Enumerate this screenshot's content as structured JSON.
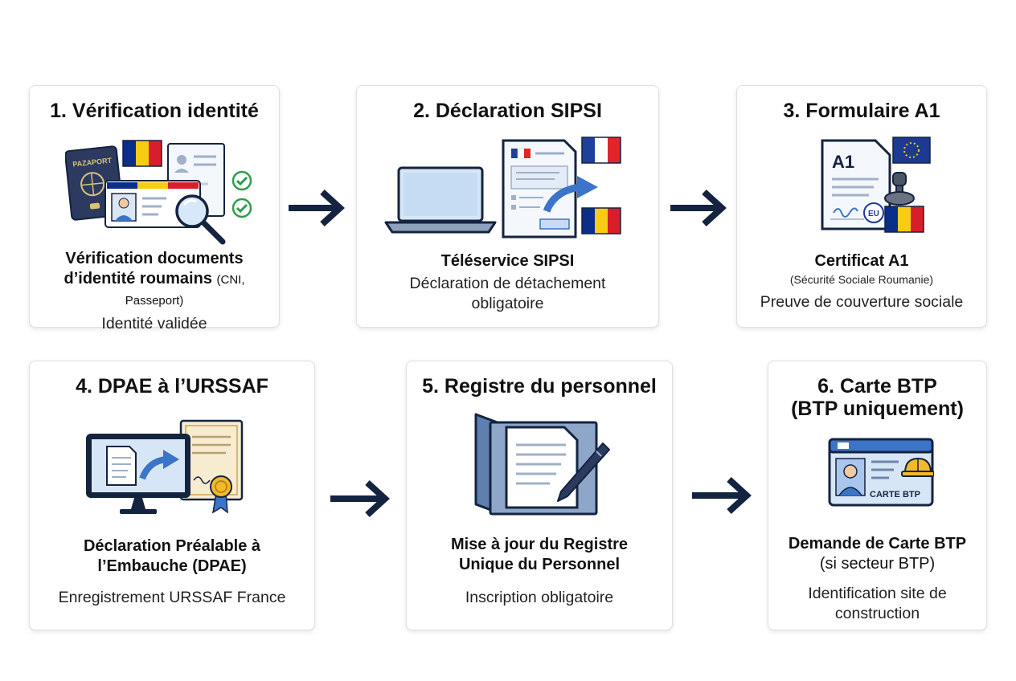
{
  "steps": [
    {
      "title": "1. Vérification identité",
      "subtitle_line1": "Vérification documents",
      "subtitle_line2": "d’identité roumains",
      "subtitle_note": "(CNI, Passeport)",
      "description": "Identité validée",
      "passport_text": "PAZAPORT"
    },
    {
      "title": "2. Déclaration SIPSI",
      "subtitle_line1": "Téléservice SIPSI",
      "description_line1": "Déclaration de détachement",
      "description_line2": "obligatoire"
    },
    {
      "title": "3. Formulaire A1",
      "subtitle_line1": "Certificat A1",
      "note": "(Sécurité Sociale Roumanie)",
      "description": "Preuve de couverture sociale",
      "doc_label": "A1",
      "stamp_label": "EU"
    },
    {
      "title": "4. DPAE à l’URSSAF",
      "subtitle_line1": "Déclaration Préalable à",
      "subtitle_line2": "l’Embauche (DPAE)",
      "description": "Enregistrement URSSAF France"
    },
    {
      "title": "5. Registre du personnel",
      "subtitle_line1": "Mise à jour du Registre",
      "subtitle_line2": "Unique du Personnel",
      "description": "Inscription obligatoire"
    },
    {
      "title_line1": "6. Carte BTP",
      "title_line2": "(BTP uniquement)",
      "subtitle_line1": "Demande de Carte BTP",
      "subtitle_line2": "(si secteur BTP)",
      "description_line1": "Identification site de",
      "description_line2": "construction",
      "card_label": "CARTE BTP"
    }
  ],
  "colors": {
    "navy": "#14233f",
    "accent_blue": "#3b74c9",
    "romania_blue": "#0a2e8a",
    "romania_yellow": "#f7cc13",
    "romania_red": "#d81e2c",
    "france_blue": "#1e3f9c",
    "france_red": "#e2242b",
    "check_green": "#2e9e4a",
    "eu_blue": "#1c3a91",
    "eu_star": "#ffcc00"
  }
}
